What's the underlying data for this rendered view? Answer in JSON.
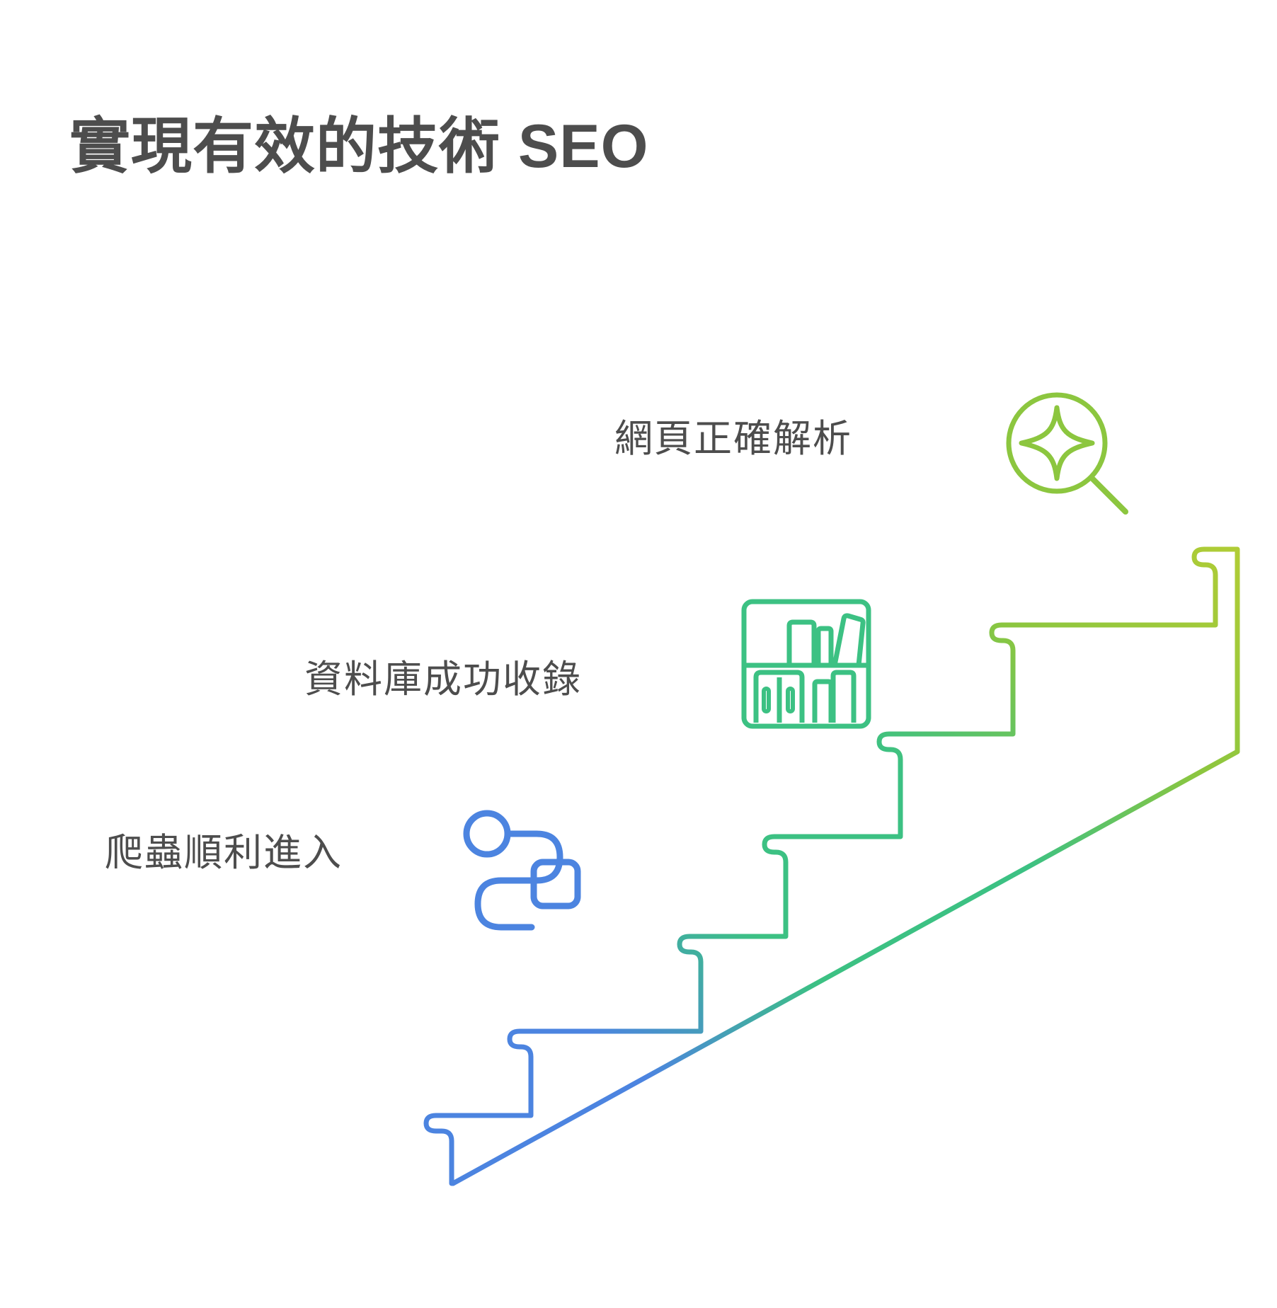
{
  "header": {
    "title": "實現有效的技術 SEO"
  },
  "steps": [
    {
      "id": "crawl",
      "label": "爬蟲順利進入",
      "icon": "flow-path-icon",
      "color": "#4c84e0",
      "order": 1
    },
    {
      "id": "index",
      "label": "資料庫成功收錄",
      "icon": "bookshelf-icon",
      "color": "#3cc183",
      "order": 2
    },
    {
      "id": "parse",
      "label": "網頁正確解析",
      "icon": "search-sparkle-icon",
      "color": "#9aca3c",
      "order": 3
    }
  ],
  "staircase": {
    "name": "staircase-illustration",
    "gradient": {
      "start_color": "#4c84e0",
      "mid_color": "#3cc183",
      "end_color": "#a6c93a"
    },
    "stroke_width": 7,
    "step_count": 6
  },
  "palette": {
    "text": "#4d4d4d",
    "blue": "#4c84e0",
    "green": "#3cc183",
    "lime": "#9aca3c",
    "background": "#ffffff"
  }
}
